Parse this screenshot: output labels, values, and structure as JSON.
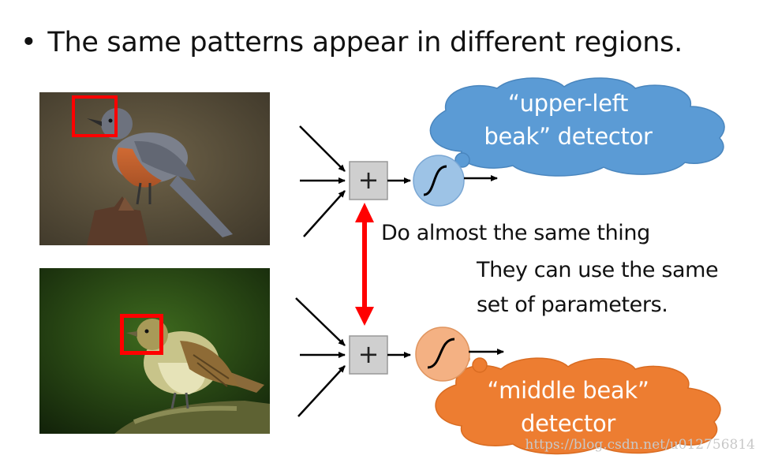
{
  "title": {
    "bullet": "•",
    "text": "The same patterns appear in different regions."
  },
  "annotations": {
    "same_thing": "Do almost the same thing",
    "params_line1": "They can use the same",
    "params_line2": "set of parameters."
  },
  "clouds": {
    "top": {
      "line1": "“upper-left",
      "line2": "beak” detector",
      "color": "#5b9bd5"
    },
    "bottom": {
      "line1": "“middle beak”",
      "line2": "detector",
      "color": "#ed7d31"
    }
  },
  "neurons": {
    "sum_symbol": "+"
  },
  "colors": {
    "highlight_box": "#ff0000",
    "double_arrow": "#ff0000",
    "neuron_top": "#9dc3e6",
    "neuron_bottom": "#f4b183",
    "sum_box": "#cfcfcf"
  },
  "watermark": "https://blog.csdn.net/u012756814"
}
